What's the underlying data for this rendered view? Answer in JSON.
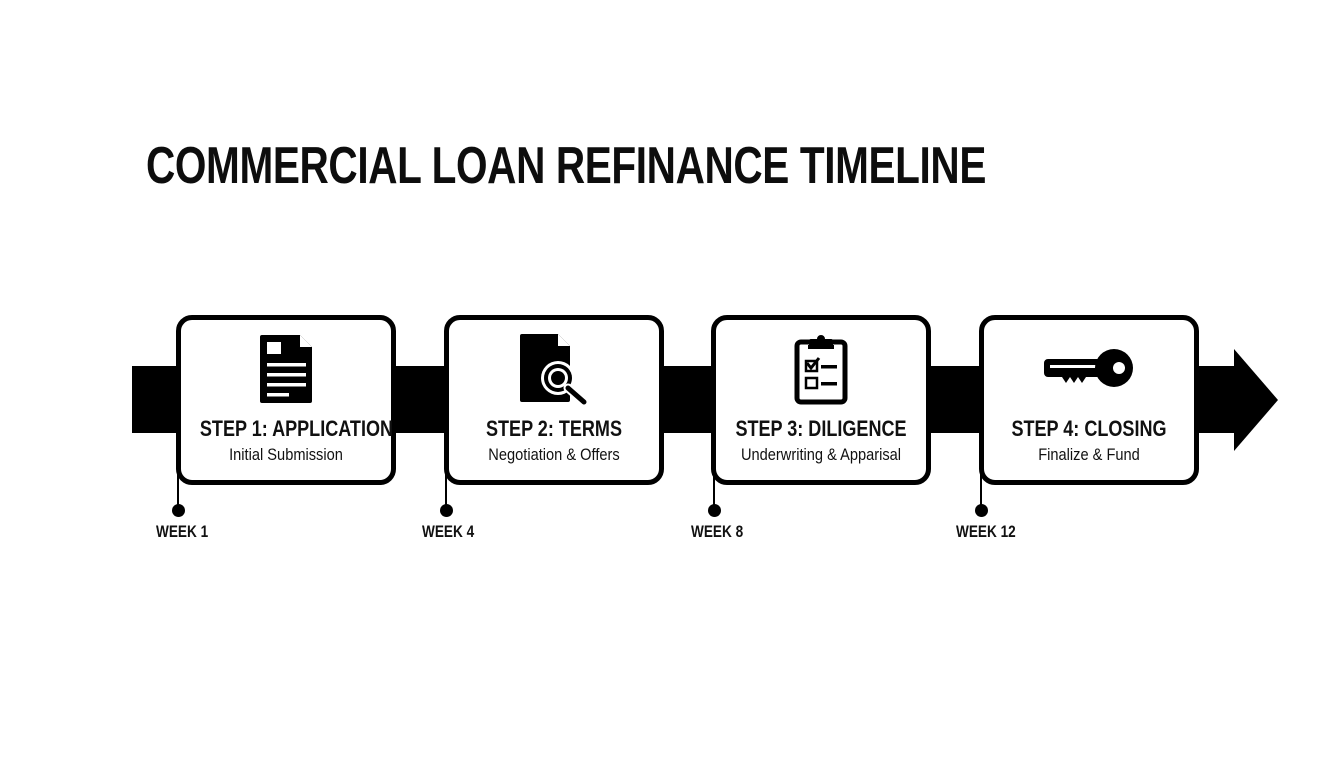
{
  "title": "COMMERCIAL LOAN REFINANCE TIMELINE",
  "colors": {
    "ink": "#000000",
    "background": "#ffffff"
  },
  "timeline": {
    "direction": "left-to-right",
    "steps": [
      {
        "title": "STEP 1: APPLICATION",
        "subtitle": "Initial Submission",
        "icon": "document-icon",
        "week": "WEEK 1"
      },
      {
        "title": "STEP 2: TERMS",
        "subtitle": "Negotiation & Offers",
        "icon": "document-search-icon",
        "week": "WEEK 4"
      },
      {
        "title": "STEP 3: DILIGENCE",
        "subtitle": "Underwriting & Apparisal",
        "icon": "clipboard-checklist-icon",
        "week": "WEEK 8"
      },
      {
        "title": "STEP 4: CLOSING",
        "subtitle": "Finalize & Fund",
        "icon": "key-icon",
        "week": "WEEK 12"
      }
    ]
  }
}
